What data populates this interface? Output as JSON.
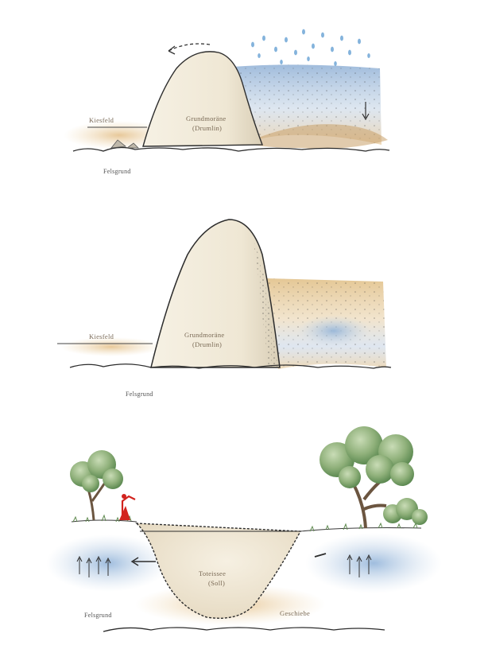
{
  "panels": [
    {
      "labels": {
        "surface_left": "Kiesfeld",
        "mound_line1": "Grundmoräne",
        "mound_line2": "(Drumlin)",
        "bedrock": "Felsgrund"
      }
    },
    {
      "labels": {
        "surface_left": "Kiesfeld",
        "mound_line1": "Grundmoräne",
        "mound_line2": "(Drumlin)",
        "bedrock": "Felsgrund"
      }
    },
    {
      "labels": {
        "basin_line1": "Toteissee",
        "basin_line2": "(Soll)",
        "bedrock": "Felsgrund",
        "soil_right": "Geschiebe"
      }
    }
  ],
  "colors": {
    "sand": "#e6c99a",
    "mound": "#efe9dc",
    "water": "#9fb8d3",
    "rain": "#6fa6d6",
    "tree_green": "#8fb07a",
    "trunk": "#6b5540",
    "figure": "#d2231e"
  }
}
